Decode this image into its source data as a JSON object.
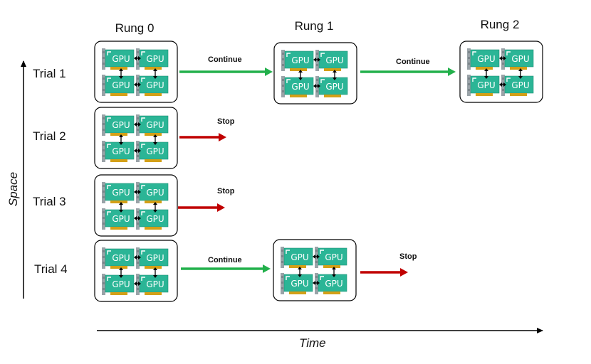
{
  "rungs": [
    "Rung 0",
    "Rung 1",
    "Rung 2"
  ],
  "trials": [
    "Trial 1",
    "Trial 2",
    "Trial 3",
    "Trial 4"
  ],
  "gpu_label": "GPU",
  "actions": {
    "continue": "Continue",
    "stop": "Stop"
  },
  "axes": {
    "time": "Time",
    "space": "Space"
  },
  "colors": {
    "continue_arrow": "#22b04b",
    "stop_arrow": "#c00000",
    "gpu_board": "#2bb596",
    "gpu_bracket": "#9aa3a8",
    "gpu_contacts": "#d4a017"
  },
  "flow": [
    {
      "trial": "Trial 1",
      "rungs_reached": 3,
      "outcome": "Continue"
    },
    {
      "trial": "Trial 2",
      "rungs_reached": 1,
      "outcome": "Stop"
    },
    {
      "trial": "Trial 3",
      "rungs_reached": 1,
      "outcome": "Stop"
    },
    {
      "trial": "Trial 4",
      "rungs_reached": 2,
      "outcome": "Stop"
    }
  ]
}
